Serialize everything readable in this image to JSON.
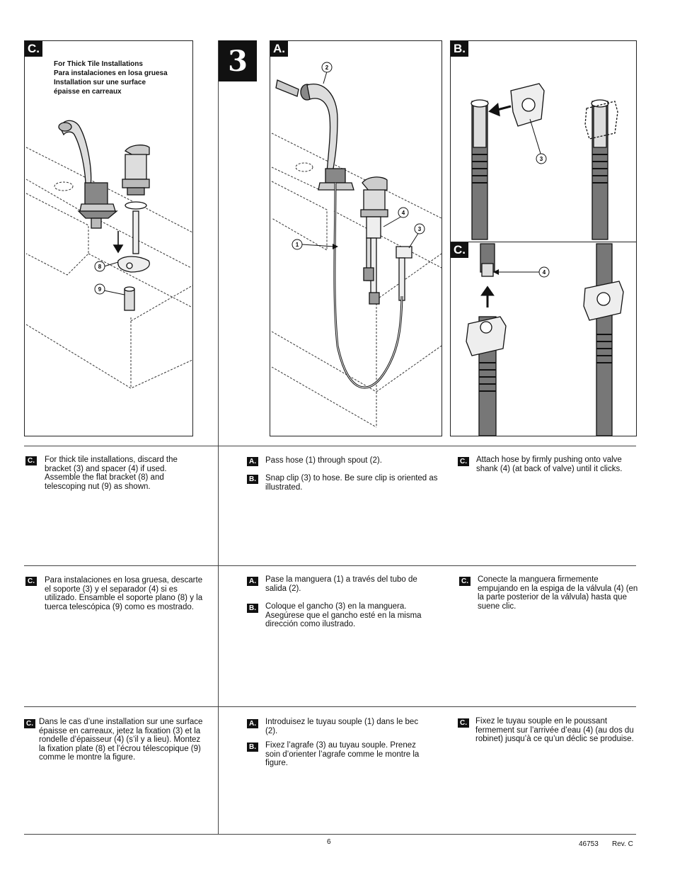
{
  "step_number": "3",
  "thick_tile_note": [
    "For Thick Tile Installations",
    "Para instalaciones en losa gruesa",
    "Installation sur une surface",
    "épaisse en carreaux"
  ],
  "panel_labels": {
    "left_c": "C.",
    "a": "A.",
    "b": "B.",
    "c": "C."
  },
  "callouts": {
    "left": [
      "8",
      "9"
    ],
    "a": [
      "2",
      "4",
      "3",
      "1"
    ],
    "b": [
      "3"
    ],
    "c": [
      "4"
    ]
  },
  "instructions": {
    "english": {
      "left": {
        "label": "C.",
        "text": "For thick tile installations, discard the bracket (3) and spacer (4) if used. Assemble the flat bracket (8) and telescoping nut (9) as shown."
      },
      "middle": [
        {
          "label": "A.",
          "text": "Pass hose (1) through spout (2)."
        },
        {
          "label": "B.",
          "text": "Snap clip (3) to hose. Be sure clip is oriented as illustrated."
        }
      ],
      "right": {
        "label": "C.",
        "text": "Attach hose by firmly pushing onto valve shank (4) (at back of valve) until it clicks."
      }
    },
    "spanish": {
      "left": {
        "label": "C.",
        "text": "Para instalaciones en losa gruesa, descarte el soporte (3) y el separador (4) si es utilizado. Ensamble el soporte plano (8) y la tuerca telescópica (9) como es mostrado."
      },
      "middle": [
        {
          "label": "A.",
          "text": "Pase la manguera (1) a través del tubo de salida (2)."
        },
        {
          "label": "B.",
          "text": "Coloque el gancho (3) en la manguera. Asegúrese que el gancho esté en la misma dirección como ilustrado."
        }
      ],
      "right": {
        "label": "C.",
        "text": "Conecte la manguera firmemente empujando en la espiga de la válvula (4) (en la parte posterior de la válvula) hasta que suene clic."
      }
    },
    "french": {
      "left": {
        "label": "C.",
        "text": "Dans le cas d’une installation sur une surface épaisse en carreaux, jetez la fixation (3) et la rondelle d’épaisseur (4) (s’il y a lieu). Montez la fixation plate (8) et l’écrou télescopique (9) comme le montre la figure."
      },
      "middle": [
        {
          "label": "A.",
          "text": "Introduisez le tuyau souple (1) dans le bec (2)."
        },
        {
          "label": "B.",
          "text": "Fixez l’agrafe (3) au tuyau souple. Prenez soin d’orienter l’agrafe comme le montre la figure."
        }
      ],
      "right": {
        "label": "C.",
        "text": "Fixez le tuyau souple en le poussant fermement sur l’arrivée d’eau (4) (au dos du robinet) jusqu’à ce qu’un déclic se produise."
      }
    }
  },
  "footer": {
    "page_number": "6",
    "doc_number": "46753",
    "revision": "Rev. C"
  }
}
